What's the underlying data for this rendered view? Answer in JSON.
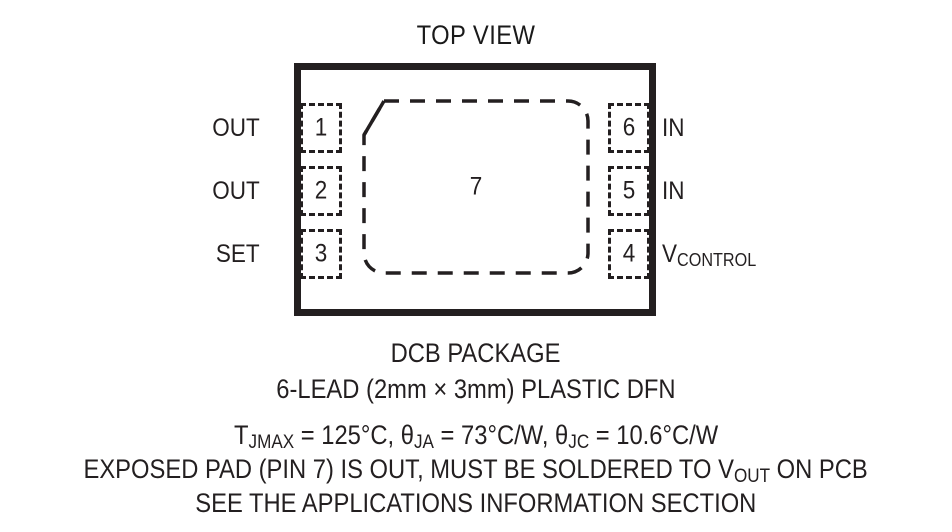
{
  "diagram": {
    "title": "TOP VIEW",
    "package_body": {
      "outline_color": "#231f20"
    },
    "pins_left": [
      {
        "number": "1",
        "label": "OUT"
      },
      {
        "number": "2",
        "label": "OUT"
      },
      {
        "number": "3",
        "label": "SET"
      }
    ],
    "pins_right": [
      {
        "number": "6",
        "label": "IN",
        "label_sub": ""
      },
      {
        "number": "5",
        "label": "IN",
        "label_sub": ""
      },
      {
        "number": "4",
        "label": "V",
        "label_sub": "CONTROL"
      }
    ],
    "exposed_pad": {
      "number": "7"
    }
  },
  "captions": {
    "package_name": "DCB PACKAGE",
    "package_description": "6-LEAD (2mm × 3mm) PLASTIC DFN",
    "thermal_tjmax_label": "T",
    "thermal_tjmax_sub": "JMAX",
    "thermal_tjmax_value": " = 125°C, ",
    "thermal_theta_ja_label": "θ",
    "thermal_theta_ja_sub": "JA",
    "thermal_theta_ja_value": " = 73°C/W, ",
    "thermal_theta_jc_label": "θ",
    "thermal_theta_jc_sub": "JC",
    "thermal_theta_jc_value": " = 10.6°C/W",
    "exposed_pad_note_part1": "EXPOSED PAD (PIN 7) IS OUT, MUST BE SOLDERED TO V",
    "exposed_pad_note_sub": "OUT",
    "exposed_pad_note_part2": " ON PCB",
    "see_applications": "SEE THE APPLICATIONS INFORMATION SECTION"
  }
}
